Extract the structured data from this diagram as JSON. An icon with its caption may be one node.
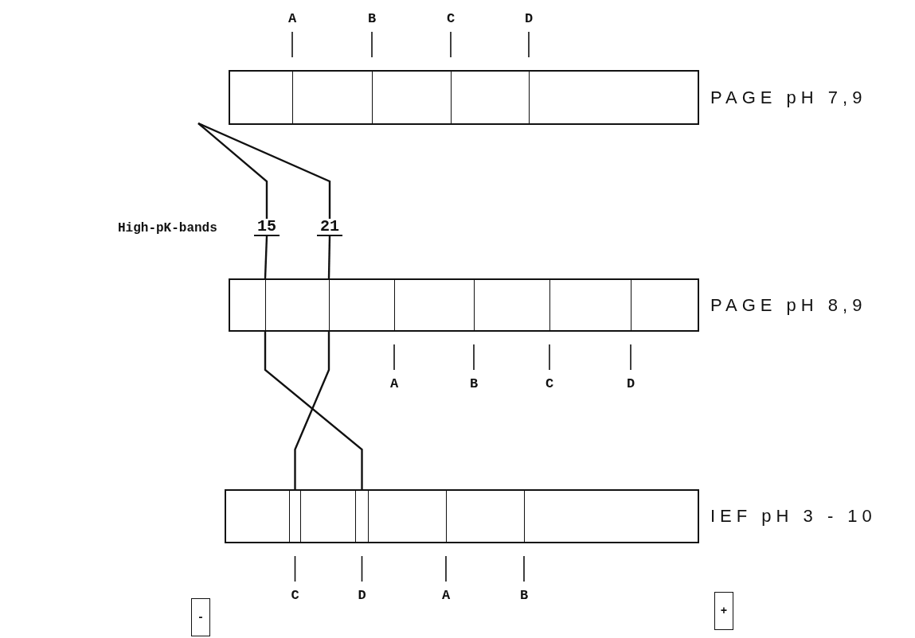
{
  "diagram": {
    "nodes": [
      {
        "text": [],
        "shape": "box",
        "beside": [
          "PAGE pH 7,9"
        ]
      },
      {
        "text": [],
        "shape": "bar",
        "in": 0,
        "beside": [
          "A"
        ]
      },
      {
        "text": [],
        "shape": "bar",
        "in": 0,
        "beside": [
          "B"
        ]
      },
      {
        "text": [],
        "shape": "bar",
        "in": 0,
        "beside": [
          "C"
        ]
      },
      {
        "text": [],
        "shape": "bar",
        "in": 0,
        "beside": [
          "D"
        ]
      },
      {
        "text": [],
        "shape": "box",
        "beside": [
          "PAGE pH 8,9"
        ]
      },
      {
        "text": [
          "15"
        ]
      },
      {
        "text": [
          "21"
        ]
      },
      {
        "text": [],
        "shape": "bar",
        "in": 5
      },
      {
        "text": [],
        "shape": "bar",
        "in": 5
      },
      {
        "text": [],
        "shape": "bar",
        "in": 5,
        "beside": [
          "A"
        ]
      },
      {
        "text": [],
        "shape": "bar",
        "in": 5,
        "beside": [
          "B"
        ]
      },
      {
        "text": [],
        "shape": "bar",
        "in": 5,
        "beside": [
          "C"
        ]
      },
      {
        "text": [],
        "shape": "bar",
        "in": 5,
        "beside": [
          "D"
        ]
      },
      {
        "text": [],
        "shape": "box",
        "beside": [
          "IEF pH 3 - 10"
        ]
      },
      {
        "text": [],
        "shape": "bar",
        "in": 14,
        "beside": [
          "C"
        ]
      },
      {
        "text": [],
        "shape": "bar",
        "in": 14,
        "beside": [
          "D"
        ]
      },
      {
        "text": [],
        "shape": "bar",
        "in": 14,
        "beside": [
          "A"
        ]
      },
      {
        "text": [],
        "shape": "bar",
        "in": 14,
        "beside": [
          "B"
        ]
      }
    ],
    "edges": [
      {
        "from": null,
        "to": 6,
        "arrow": "none"
      },
      {
        "from": null,
        "to": 7,
        "arrow": "none"
      },
      {
        "from": 6,
        "to": 8,
        "arrow": "none"
      },
      {
        "from": 7,
        "to": 9,
        "arrow": "none"
      },
      {
        "from": 8,
        "to": 16,
        "arrow": "none"
      },
      {
        "from": 9,
        "to": 15,
        "arrow": "none"
      }
    ],
    "labels": [
      "High-pK-bands",
      "-",
      "+"
    ]
  }
}
